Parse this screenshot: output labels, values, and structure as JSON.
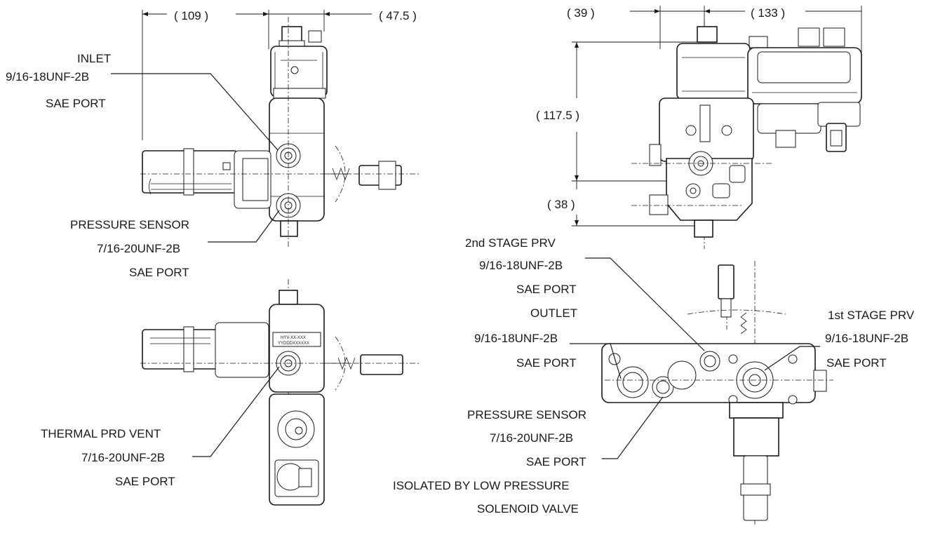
{
  "dimensions": {
    "d109": "( 109 )",
    "d47_5": "( 47.5 )",
    "d39": "( 39 )",
    "d133": "( 133 )",
    "d117_5": "( 117.5 )",
    "d38": "( 38 )"
  },
  "callouts": {
    "inlet": {
      "name": "INLET",
      "thread": "9/16-18UNF-2B",
      "port": "SAE PORT"
    },
    "pressure_sensor_left": {
      "name": "PRESSURE SENSOR",
      "thread": "7/16-20UNF-2B",
      "port": "SAE PORT"
    },
    "thermal_prd_vent": {
      "name": "THERMAL PRD VENT",
      "thread": "7/16-20UNF-2B",
      "port": "SAE PORT"
    },
    "second_stage_prv": {
      "name": "2nd STAGE PRV",
      "thread": "9/16-18UNF-2B",
      "port": "SAE PORT"
    },
    "outlet": {
      "name": "OUTLET",
      "thread": "9/16-18UNF-2B",
      "port": "SAE PORT"
    },
    "first_stage_prv": {
      "name": "1st STAGE PRV",
      "thread": "9/16-18UNF-2B",
      "port": "SAE PORT"
    },
    "pressure_sensor_right": {
      "name": "PRESSURE SENSOR",
      "thread": "7/16-20UNF-2B",
      "port": "SAE PORT",
      "note1": "ISOLATED BY LOW PRESSURE",
      "note2": "SOLENOID VALVE"
    }
  },
  "label_plate": {
    "line1": "HYV-XX-XXX",
    "line2": "YYDDDXXXXXX"
  }
}
